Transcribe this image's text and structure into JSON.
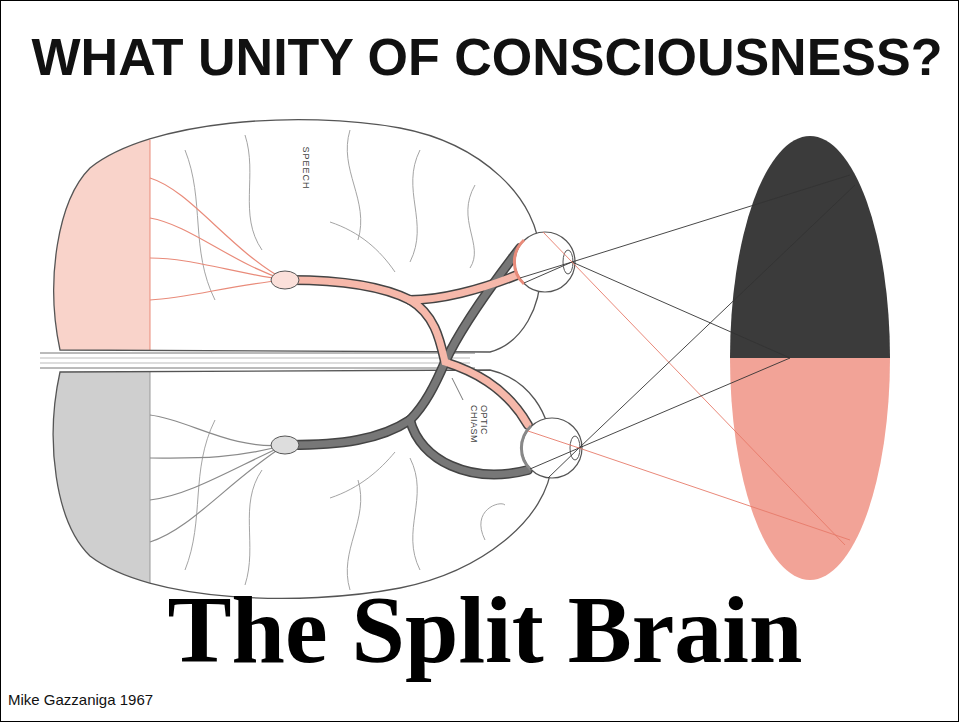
{
  "diagram": {
    "title": "WHAT UNITY OF CONSCIOUSNESS?",
    "caption": "The Split Brain",
    "labels": [
      "SPEECH",
      "OPTIC CHIASM",
      "Mike Gazzaniga 1967"
    ]
  }
}
